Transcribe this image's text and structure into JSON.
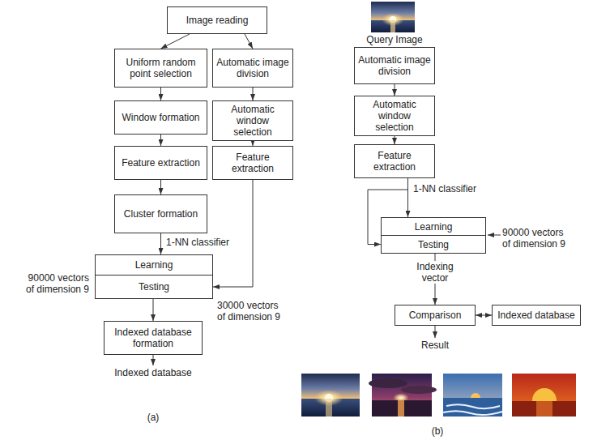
{
  "diagram": {
    "nodes": [
      {
        "text": [
          "Image reading"
        ]
      },
      {
        "text": [
          "Uniform random point selection"
        ]
      },
      {
        "text": [
          "Automatic image division"
        ]
      },
      {
        "text": [
          "Window formation"
        ]
      },
      {
        "text": [
          "Automatic window selection"
        ]
      },
      {
        "text": [
          "Feature extraction"
        ]
      },
      {
        "text": [
          "Feature extraction"
        ]
      },
      {
        "text": [
          "Cluster formation"
        ]
      },
      {
        "text": [
          "Learning"
        ]
      },
      {
        "text": [
          "Testing"
        ]
      },
      {
        "text": [
          "Indexed database formation"
        ]
      },
      {
        "text": [
          "Automatic image division"
        ]
      },
      {
        "text": [
          "Automatic window selection"
        ]
      },
      {
        "text": [
          "Feature extraction"
        ]
      },
      {
        "text": [
          "Learning"
        ]
      },
      {
        "text": [
          "Testing"
        ]
      },
      {
        "text": [
          "Comparison"
        ]
      },
      {
        "text": [
          "Indexed database"
        ]
      }
    ],
    "edges": [
      {
        "from": 0,
        "to": 1,
        "arrow": "to"
      },
      {
        "from": 0,
        "to": 2,
        "arrow": "to"
      },
      {
        "from": 1,
        "to": 3,
        "arrow": "to"
      },
      {
        "from": 3,
        "to": 5,
        "arrow": "to"
      },
      {
        "from": 5,
        "to": 7,
        "arrow": "to"
      },
      {
        "from": 7,
        "to": 8,
        "arrow": "to"
      },
      {
        "from": 2,
        "to": 4,
        "arrow": "to"
      },
      {
        "from": 4,
        "to": 6,
        "arrow": "to"
      },
      {
        "from": 6,
        "to": 9,
        "arrow": "to"
      },
      {
        "from": 9,
        "to": 10,
        "arrow": "to"
      },
      {
        "from": 11,
        "to": 12,
        "arrow": "to"
      },
      {
        "from": 12,
        "to": 13,
        "arrow": "to"
      },
      {
        "from": 13,
        "to": 14,
        "arrow": "to"
      },
      {
        "from": 13,
        "to": 15,
        "arrow": "to"
      },
      {
        "from": 15,
        "to": 16,
        "arrow": "to"
      },
      {
        "from": 16,
        "to": 17,
        "arrow": "both"
      }
    ],
    "labels": [
      "90000 vectors of dimension 9",
      "1-NN classifier",
      "30000 vectors of dimension 9",
      "Indexed database",
      "(a)",
      "Query Image",
      "1-NN classifier",
      "90000 vectors of dimension 9",
      "Indexing vector",
      "Result",
      "(b)"
    ]
  }
}
